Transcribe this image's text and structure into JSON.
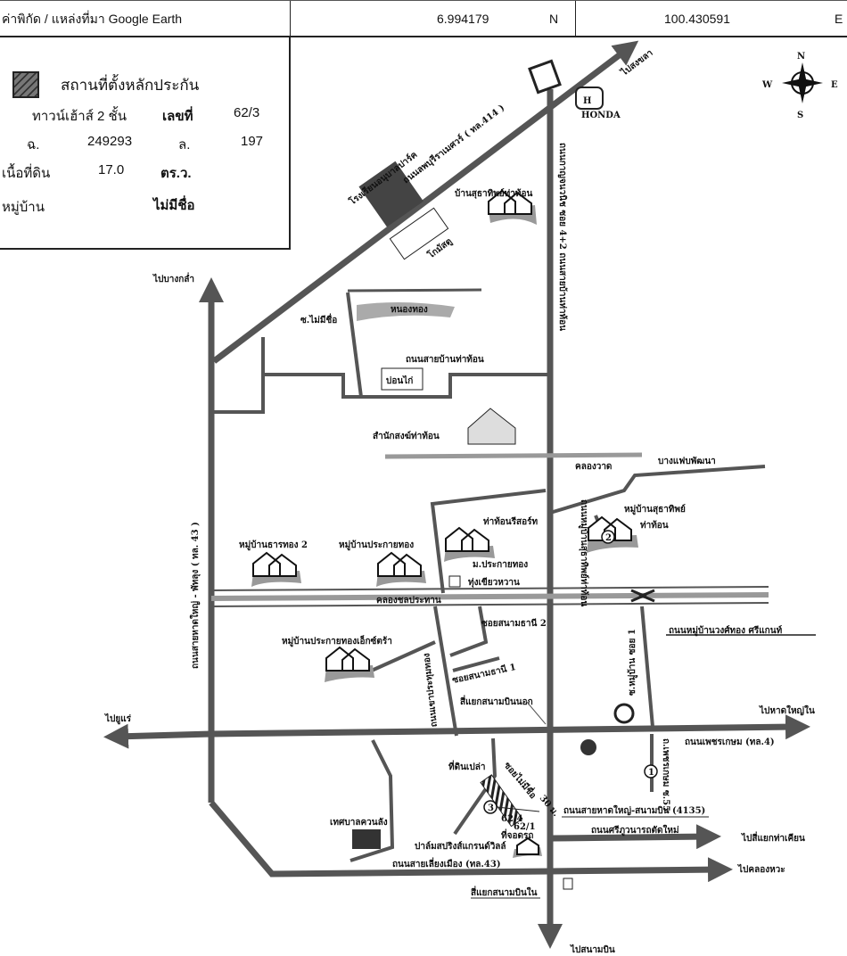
{
  "header": {
    "source_label": "ค่าพิกัด / แหล่งที่มา Google Earth",
    "latitude": "6.994179",
    "lat_dir": "N",
    "longitude": "100.430591",
    "lon_dir": "E"
  },
  "legend": {
    "title": "สถานที่ตั้งหลักประกัน",
    "building_type": "ทาวน์เฮ้าส์ 2 ชั้น",
    "number_label": "เลขที่",
    "number_value": "62/3",
    "deed_label": "ฉ.",
    "deed_value": "249293",
    "land_label": "ล.",
    "land_value": "197",
    "area_label": "เนื้อที่ดิน",
    "area_value": "17.0",
    "area_unit": "ตร.ว.",
    "village_label": "หมู่บ้าน",
    "village_value": "ไม่มีชื่อ"
  },
  "compass": {
    "n": "N",
    "s": "S",
    "e": "E",
    "w": "W"
  },
  "labels": {
    "to_songkhla": "ไปสงขลา",
    "road_414": "ถนนลพบุรีราเมศวร์ ( ทล.414 )",
    "school": "โรงเรียนอนุบาลปาร์ค",
    "car_dealer": "โกมัสตู",
    "village_sutathip_top": "บ้านสุธาทิพย์ท่าท้อน",
    "to_bangklam": "ไปบางกล่ำ",
    "soi_no_name": "ซ.ไม่มีชื่อ",
    "pond": "หนองทอง",
    "road_tha_thon": "ถนนสายบ้านท่าท้อน",
    "cockpit": "บ่อนไก่",
    "temple": "สำนักสงฆ์ท่าท้อน",
    "canal_wat": "คลองวาด",
    "bang_faeb": "บางแฟบพัฒนา",
    "village_sutathip_1": "หมู่บ้านสุธาทิพย์",
    "village_sutathip_2": "ท่าท้อน",
    "village_sutathip_road": "ถนนหมู่บ้านสุธาทิพย์ท่าท้อน",
    "resort": "ท่าท้อนรีสอร์ท",
    "village_tharathong": "หมู่บ้านธารทอง 2",
    "village_prakaithong": "หมู่บ้านประกายทอง",
    "m_prakaithong": "ม.ประกายทอง",
    "thung_khiaowan": "ทุ่งเขียวหวาน",
    "irrigation_canal": "คลองชลประทาน",
    "soi_sanamthani_2": "ซอยสนามธานี 2",
    "soi_sanamthani_1": "ซอยสนามธานี 1",
    "village_extra": "หมู่บ้านประกายทองเอ็กซ์ตร้า",
    "khao_road": "ถนนเขาประทุมทอง",
    "outer_airport_jct": "สี่แยกสนามบินนอก",
    "wongthong_road": "ถนนหมู่บ้านวงศ์ทอง ศรีแกนท์",
    "soi_1": "ซ.หมู่บ้าน ซอย 1",
    "hwy43_vertical": "ถนนสายหาดใหญ่ - พัทลุง ( ทล. 43 )",
    "main_vertical": "ถนนกาญจนวนิช ซอย 4+2 ถนนสายบ้านท่าท้อน",
    "to_yurae": "ไปยูแร่",
    "to_hatyai_nai": "ไปหาดใหญ่ใน",
    "phetkasem": "ถนนเพชรเกษม (ทล.4)",
    "phetkasem_55": "ถ.เพชรเกษม ซ.55",
    "vacant_land": "ที่ดินเปล่า",
    "soi_no_name_2": "ซอยไม่มีชื่อ",
    "distance": "30 ม.",
    "road_4135": "ถนนสายหาดใหญ่-สนามบิน (4135)",
    "lot_62_4": "62/4",
    "lot_62_1": "62/1",
    "parking": "ที่จอดรถ",
    "palm_springs": "ปาล์มสปริงส์แกรนด์วิลล์",
    "municipality": "เทศบาลควนลัง",
    "sriphuwanat": "ถนนศรีภูวนารถตัดใหม่",
    "to_tha_khian": "ไปสี่แยกท่าเคียน",
    "bypass_43": "ถนนสายเลี่ยงเมือง (ทล.43)",
    "to_khlong_hoi": "ไปคลองหวะ",
    "inner_airport_jct": "สี่แยกสนามบินใน",
    "to_airport": "ไปสนามบิน",
    "marker_1": "1",
    "marker_2": "2",
    "marker_3": "3",
    "honda": "HONDA"
  }
}
